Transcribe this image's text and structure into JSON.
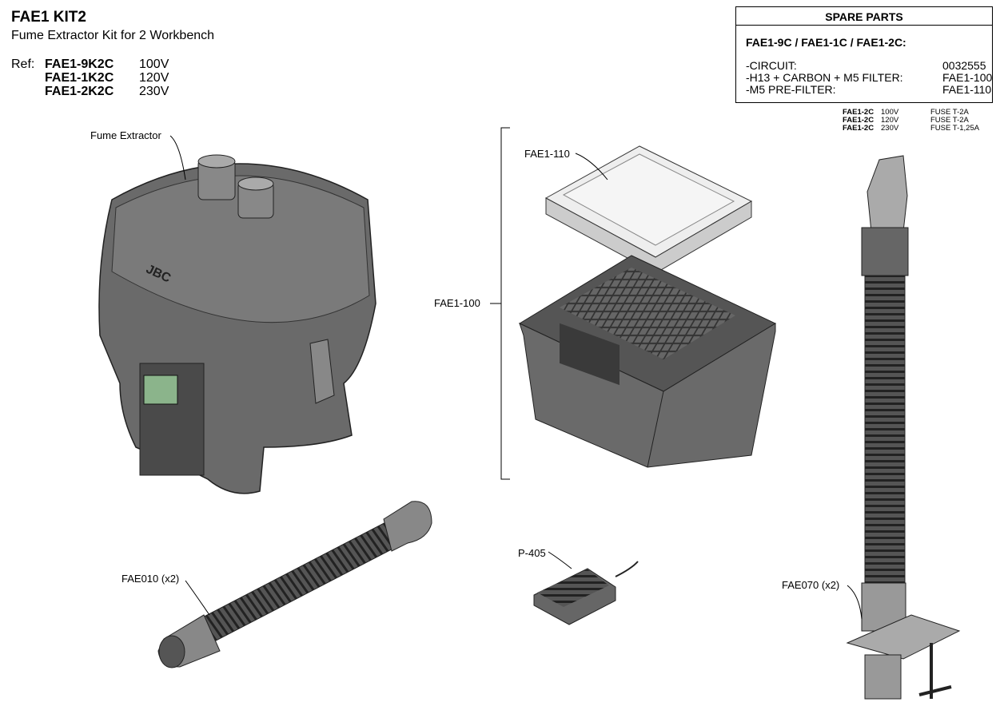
{
  "header": {
    "title": "FAE1 KIT2",
    "subtitle": "Fume Extractor Kit for 2 Workbench",
    "ref_label": "Ref:",
    "refs": [
      {
        "code": "FAE1-9K2C",
        "voltage": "100V"
      },
      {
        "code": "FAE1-1K2C",
        "voltage": "120V"
      },
      {
        "code": "FAE1-2K2C",
        "voltage": "230V"
      }
    ]
  },
  "spare_parts": {
    "title": "SPARE PARTS",
    "models": "FAE1-9C / FAE1-1C / FAE1-2C:",
    "items": [
      {
        "name": "-CIRCUIT:",
        "ref": "0032555"
      },
      {
        "name": "-H13 + CARBON + M5 FILTER:",
        "ref": "FAE1-100"
      },
      {
        "name": "-M5 PRE-FILTER:",
        "ref": "FAE1-110"
      }
    ],
    "fuses": [
      {
        "model": "FAE1-2C",
        "voltage": "100V",
        "fuse": "FUSE  T-2A"
      },
      {
        "model": "FAE1-2C",
        "voltage": "120V",
        "fuse": "FUSE  T-2A"
      },
      {
        "model": "FAE1-2C",
        "voltage": "230V",
        "fuse": "FUSE  T-1,25A"
      }
    ]
  },
  "callouts": {
    "fume_extractor": "Fume Extractor",
    "pre_filter": "FAE1-110",
    "filter": "FAE1-100",
    "pedal": "P-405",
    "hose": "FAE010 (x2)",
    "arm": "FAE070 (x2)"
  }
}
